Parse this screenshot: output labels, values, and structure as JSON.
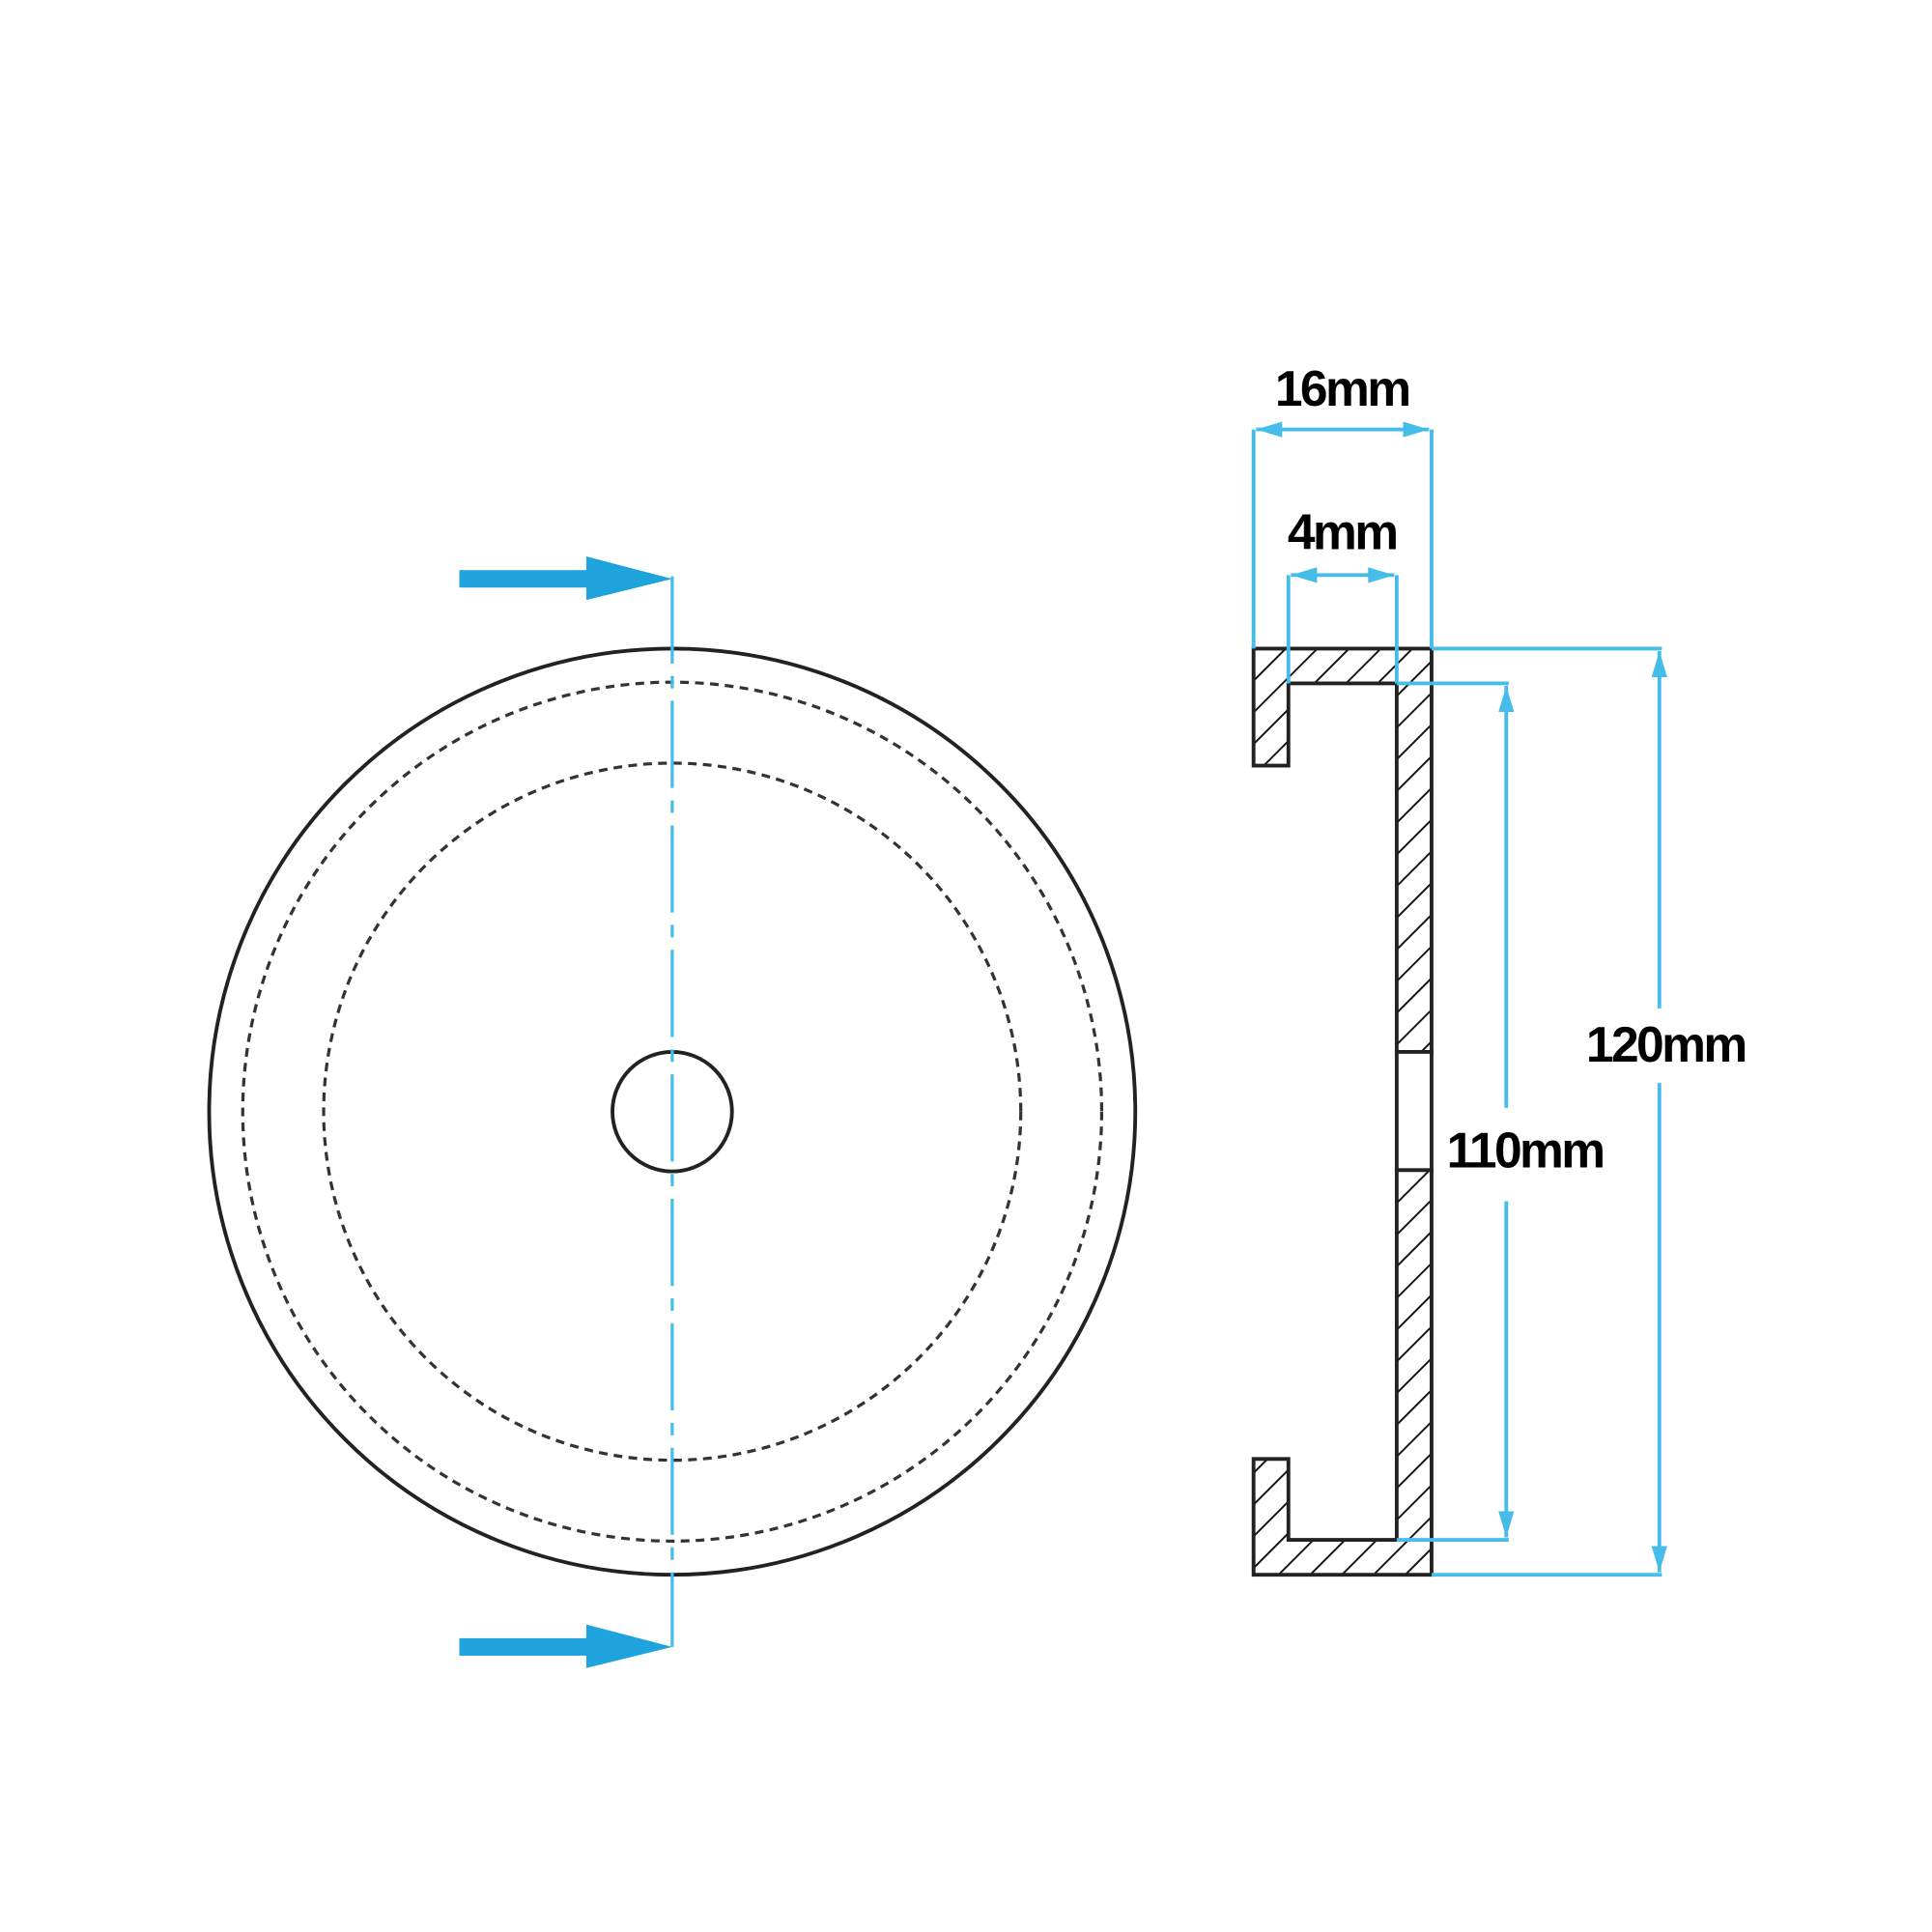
{
  "colors": {
    "dimension": "#45bde8",
    "section_arrow": "#1fa3dc",
    "outline": "#222222"
  },
  "dimensions": {
    "overall_width": "16mm",
    "lip_gap": "4mm",
    "inner_diameter": "110mm",
    "outer_diameter": "120mm"
  }
}
